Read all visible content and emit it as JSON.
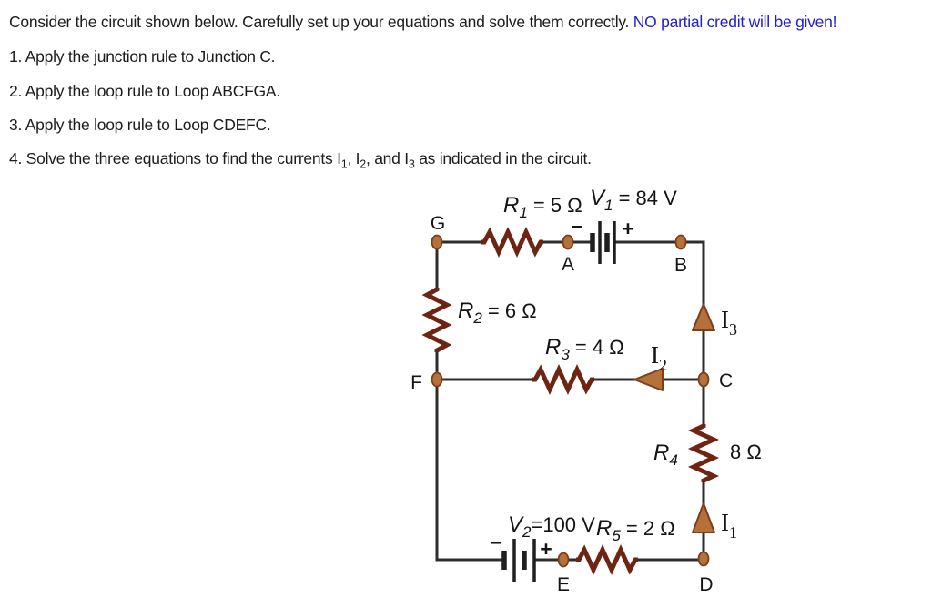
{
  "problem": {
    "intro": {
      "text": "Consider the circuit shown below. Carefully set up your equations and solve them correctly. ",
      "highlight": "NO partial credit will be given!"
    },
    "item1": "1. Apply the junction rule to Junction C.",
    "item2": "2. Apply the loop rule to Loop ABCFGA.",
    "item3": "3. Apply the loop rule to Loop CDEFC.",
    "item4": {
      "pre": "4. Solve the three equations to find the currents I",
      "s1": "1",
      "m1": ", I",
      "s2": "2",
      "m2": ", and I",
      "s3": "3",
      "post": " as indicated in the circuit."
    }
  },
  "colors": {
    "highlight_blue": "#2121cc",
    "wire": "#2d2d2d",
    "resistor_brown": "#6e2413",
    "node_fill": "#b5713a",
    "node_stroke": "#7d3f1b",
    "text": "#141414"
  },
  "circuit": {
    "components": {
      "r1": {
        "sym": "R",
        "sub": "1",
        "rest": " = 5 Ω"
      },
      "v1": {
        "sym": "V",
        "sub": "1",
        "rest": " = 84 V"
      },
      "r2": {
        "sym": "R",
        "sub": "2",
        "rest": " = 6 Ω"
      },
      "r3": {
        "sym": "R",
        "sub": "3",
        "rest": " = 4 Ω"
      },
      "r4": {
        "sym": "R",
        "sub": "4",
        "value": "8 Ω"
      },
      "r5": {
        "sym": "R",
        "sub": "5",
        "rest": " = 2 Ω"
      },
      "v2": {
        "sym": "V",
        "sub": "2",
        "rest": "=100 V"
      },
      "i1": {
        "sym": "I",
        "sub": "1"
      },
      "i2": {
        "sym": "I",
        "sub": "2"
      },
      "i3": {
        "sym": "I",
        "sub": "3"
      }
    },
    "nodes": {
      "a": "A",
      "b": "B",
      "c": "C",
      "d": "D",
      "e": "E",
      "f": "F",
      "g": "G"
    },
    "battery_signs": {
      "minus": "−",
      "plus": "+"
    }
  }
}
